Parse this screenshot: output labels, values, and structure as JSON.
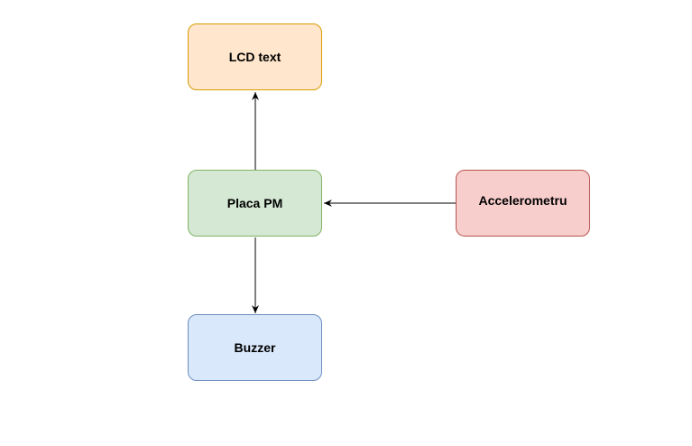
{
  "nodes": {
    "lcd": "LCD text",
    "placa": "Placa PM",
    "accel": "Accelerometru",
    "buzzer": "Buzzer"
  },
  "colors": {
    "lcd_fill": "#ffe6cc",
    "lcd_border": "#d79b00",
    "placa_fill": "#d5e8d4",
    "placa_border": "#82b366",
    "accel_fill": "#f8cecc",
    "accel_border": "#b85450",
    "buzzer_fill": "#dae8fc",
    "buzzer_border": "#6c8ebf"
  }
}
